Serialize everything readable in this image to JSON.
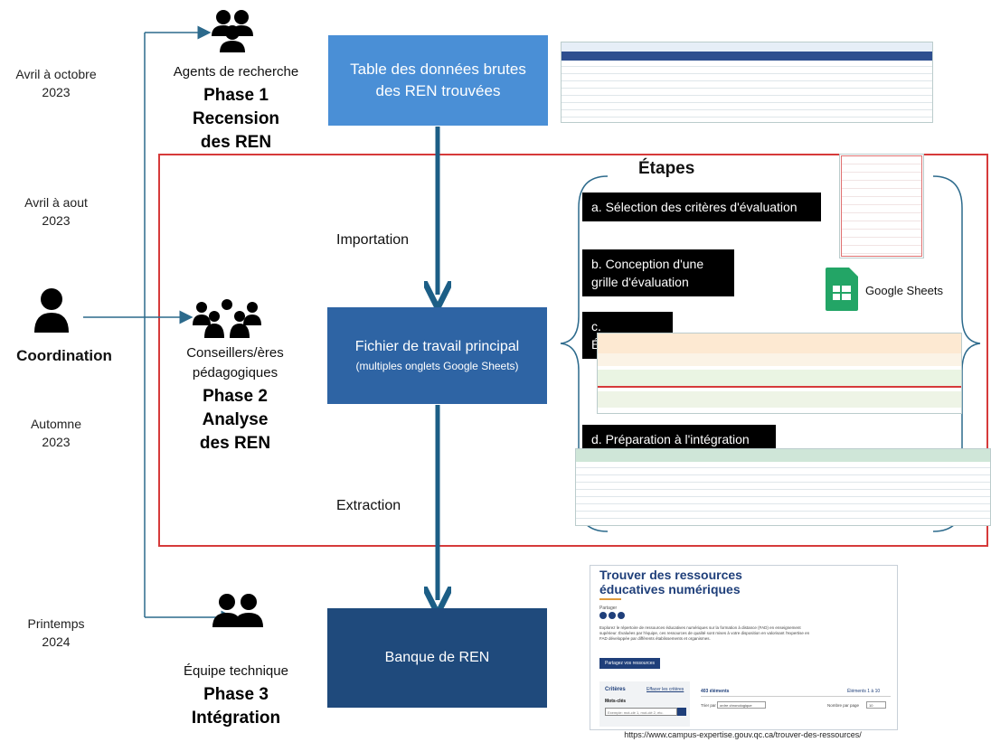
{
  "timeline": {
    "phase1_date": "Avril à octobre\n2023",
    "phase2a_date": "Avril à aout\n2023",
    "phase2b_date": "Automne\n2023",
    "phase3_date": "Printemps\n2024"
  },
  "roles": {
    "phase1_role": "Agents de recherche",
    "phase2_role": "Conseillers/ères\npédagogiques",
    "phase3_role": "Équipe technique",
    "coordination": "Coordination"
  },
  "phases": {
    "phase1": "Phase 1\nRecension\ndes REN",
    "phase2": "Phase 2\nAnalyse\ndes REN",
    "phase3": "Phase 3\nIntégration"
  },
  "boxes": {
    "raw_table": "Table des données brutes\ndes REN trouvées",
    "main_file_title": "Fichier de travail principal",
    "main_file_sub": "(multiples onglets Google Sheets)",
    "bank": "Banque de REN"
  },
  "flow": {
    "importation": "Importation",
    "extraction": "Extraction"
  },
  "steps": {
    "title": "Étapes",
    "a": "a. Sélection des critères d'évaluation",
    "b": "b. Conception d'une\ngrille d'évaluation",
    "c": "c. Évaluation",
    "d": "d. Préparation à l'intégration",
    "google_sheets": "Google Sheets"
  },
  "website": {
    "title": "Trouver des ressources\néducatives numériques",
    "share_label": "Partager",
    "description": "Explorez le répertoire de ressources éducatives numériques sur la formation à distance (FAD) en enseignement supérieur. Évaluées par l'équipe, ces ressources de qualité sont mises à votre disposition en valorisant l'expertise en FAD développée par différents établissements et organismes.",
    "share_button": "Partagez vos ressources",
    "count": "403 éléments",
    "range": "Éléments 1 à 10",
    "criteria": "Critères",
    "clear": "Effacer les critères",
    "keywords": "Mots-clés",
    "search_placeholder": "Exemple: mot-clé 1, mot-clé 2, etc.",
    "sort_label": "Trier par",
    "sort_value": "ordre chronologique",
    "per_page_label": "Nombre par page",
    "per_page_value": "10",
    "url": "https://www.campus-expertise.gouv.qc.ca/trouver-des-ressources/"
  },
  "colors": {
    "light_blue": "#4a8fd6",
    "mid_blue": "#2e64a4",
    "dark_blue": "#1f4a7c",
    "arrow": "#1c5e86",
    "red": "#d63a3a"
  }
}
